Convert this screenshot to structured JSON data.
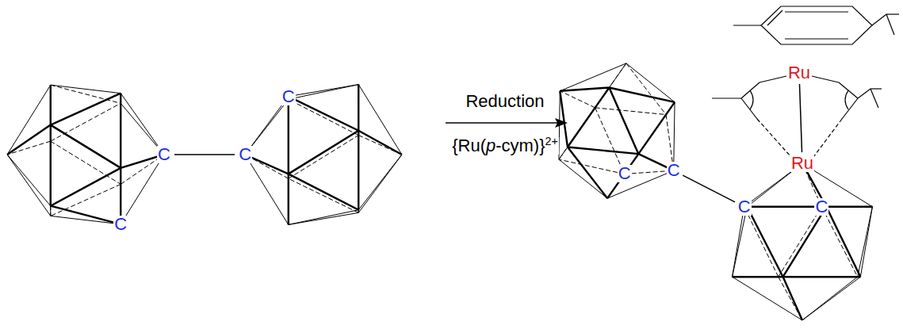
{
  "diagram": {
    "labels": [
      "C",
      "C",
      "C",
      "C",
      "Reduction",
      "{Ru(p-cym)}2+",
      "C",
      "C",
      "Ru",
      "Ru",
      "C",
      "C"
    ]
  }
}
